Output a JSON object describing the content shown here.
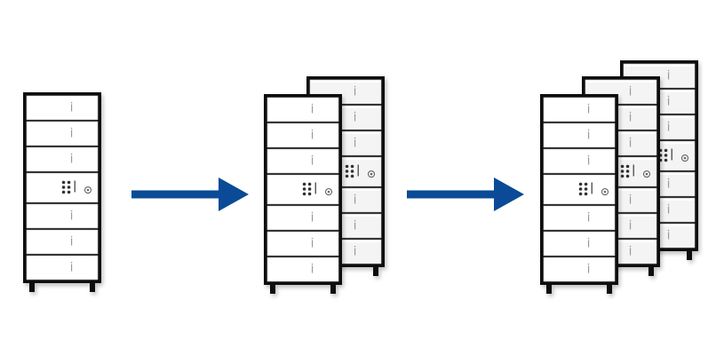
{
  "diagram": {
    "description_free": true,
    "stages": [
      {
        "cabinet_count": 1
      },
      {
        "cabinet_count": 2
      },
      {
        "cabinet_count": 3
      }
    ],
    "connectors": [
      {
        "from_stage": 1,
        "to_stage": 2,
        "icon": "arrow-right-icon"
      },
      {
        "from_stage": 2,
        "to_stage": 3,
        "icon": "arrow-right-icon"
      }
    ],
    "colors": {
      "background": "#ffffff",
      "cabinet_frame": "#111111",
      "cabinet_panel": "#ffffff",
      "panel_back_tint": "#f4f4f4",
      "arrow": "#0a4a96",
      "shadow": "#d9d9d9"
    }
  }
}
